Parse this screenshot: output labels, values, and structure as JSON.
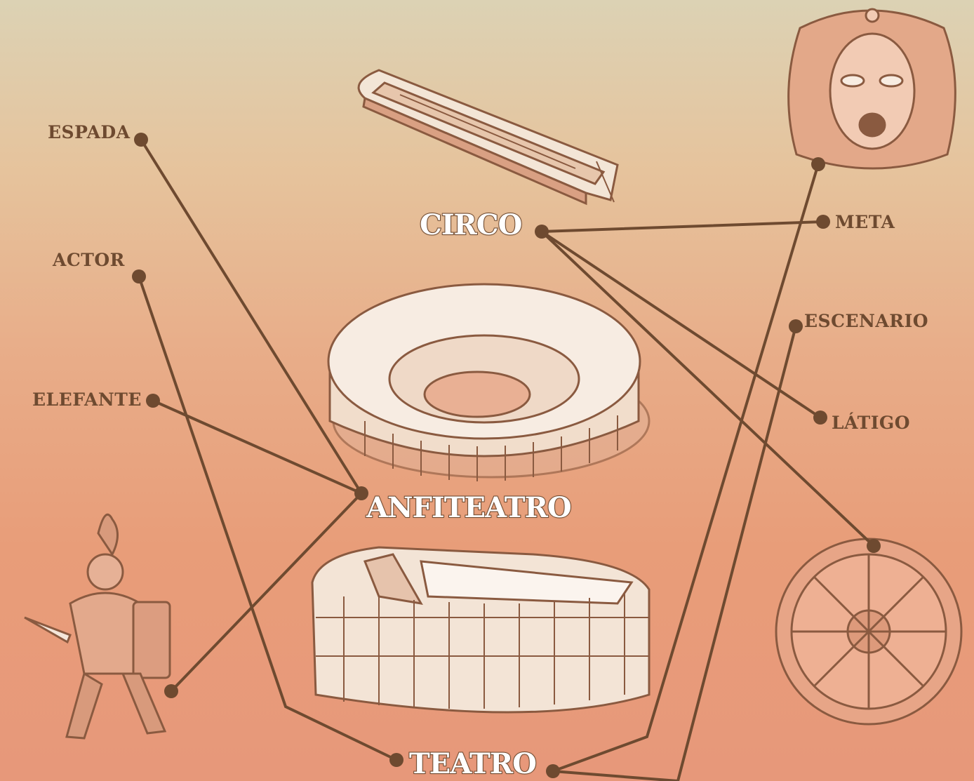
{
  "venues": {
    "circo": "CIRCO",
    "anfiteatro": "ANFITEATRO",
    "teatro": "TEATRO"
  },
  "terms": {
    "espada": "ESPADA",
    "actor": "ACTOR",
    "elefante": "ELEFANTE",
    "meta": "META",
    "escenario": "ESCENARIO",
    "latigo": "LÁTIGO"
  },
  "illustrations": {
    "circus": "circus-maximus-icon",
    "amphitheatre": "amphitheatre-icon",
    "theatre": "theatre-icon",
    "mask": "theatre-mask-icon",
    "gladiator": "gladiator-icon",
    "wheel": "chariot-wheel-icon"
  },
  "colors": {
    "line": "#6e4a30",
    "sketch": "#8a5a40",
    "fill": "#f6eadf",
    "shade": "#d9a083"
  }
}
